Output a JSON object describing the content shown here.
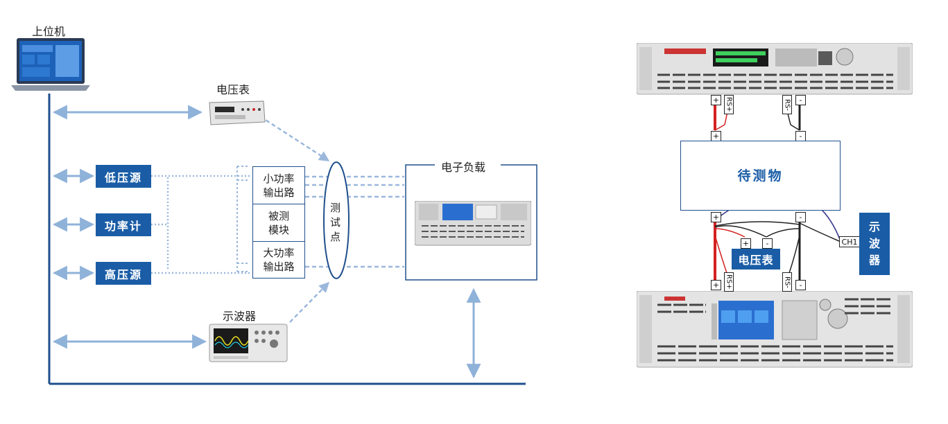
{
  "left_diagram": {
    "host_pc_label": "上位机",
    "voltmeter_label": "电压表",
    "low_source_label": "低压源",
    "power_meter_label": "功率计",
    "high_source_label": "高压源",
    "small_power_output_label": "小功率\n输出路",
    "dut_module_label": "被测\n模块",
    "large_power_output_label": "大功率\n输出路",
    "test_point_label": "测\n试\n点",
    "electronic_load_label": "电子负载",
    "oscilloscope_label": "示波器"
  },
  "right_diagram": {
    "dut_label": "待测物",
    "voltmeter_label": "电压表",
    "oscilloscope_label": "示\n波\n器",
    "ch1_label": "CH1",
    "plus_symbol": "+",
    "minus_symbol": "-",
    "rs_plus_label": "RS+",
    "rs_minus_label": "RS-"
  },
  "colors": {
    "accent_blue": "#1a5da6",
    "line_blue": "#1f4f8c",
    "arrow_light_blue": "#8fb2d9",
    "dotted_blue": "#8fb2d9",
    "red_wire": "#d42020",
    "black_wire": "#222222",
    "purple_wire": "#3a3a8c"
  }
}
